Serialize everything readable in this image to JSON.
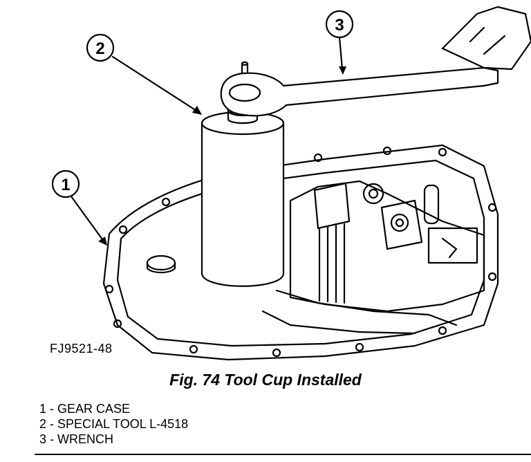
{
  "figure": {
    "code": "FJ9521-48",
    "caption": "Fig. 74 Tool Cup Installed"
  },
  "callouts": [
    {
      "number": "1",
      "label": "GEAR CASE"
    },
    {
      "number": "2",
      "label": "SPECIAL TOOL L-4518"
    },
    {
      "number": "3",
      "label": "WRENCH"
    }
  ],
  "legend": [
    "1 - GEAR CASE",
    "2 - SPECIAL TOOL L-4518",
    "3 - WRENCH"
  ]
}
